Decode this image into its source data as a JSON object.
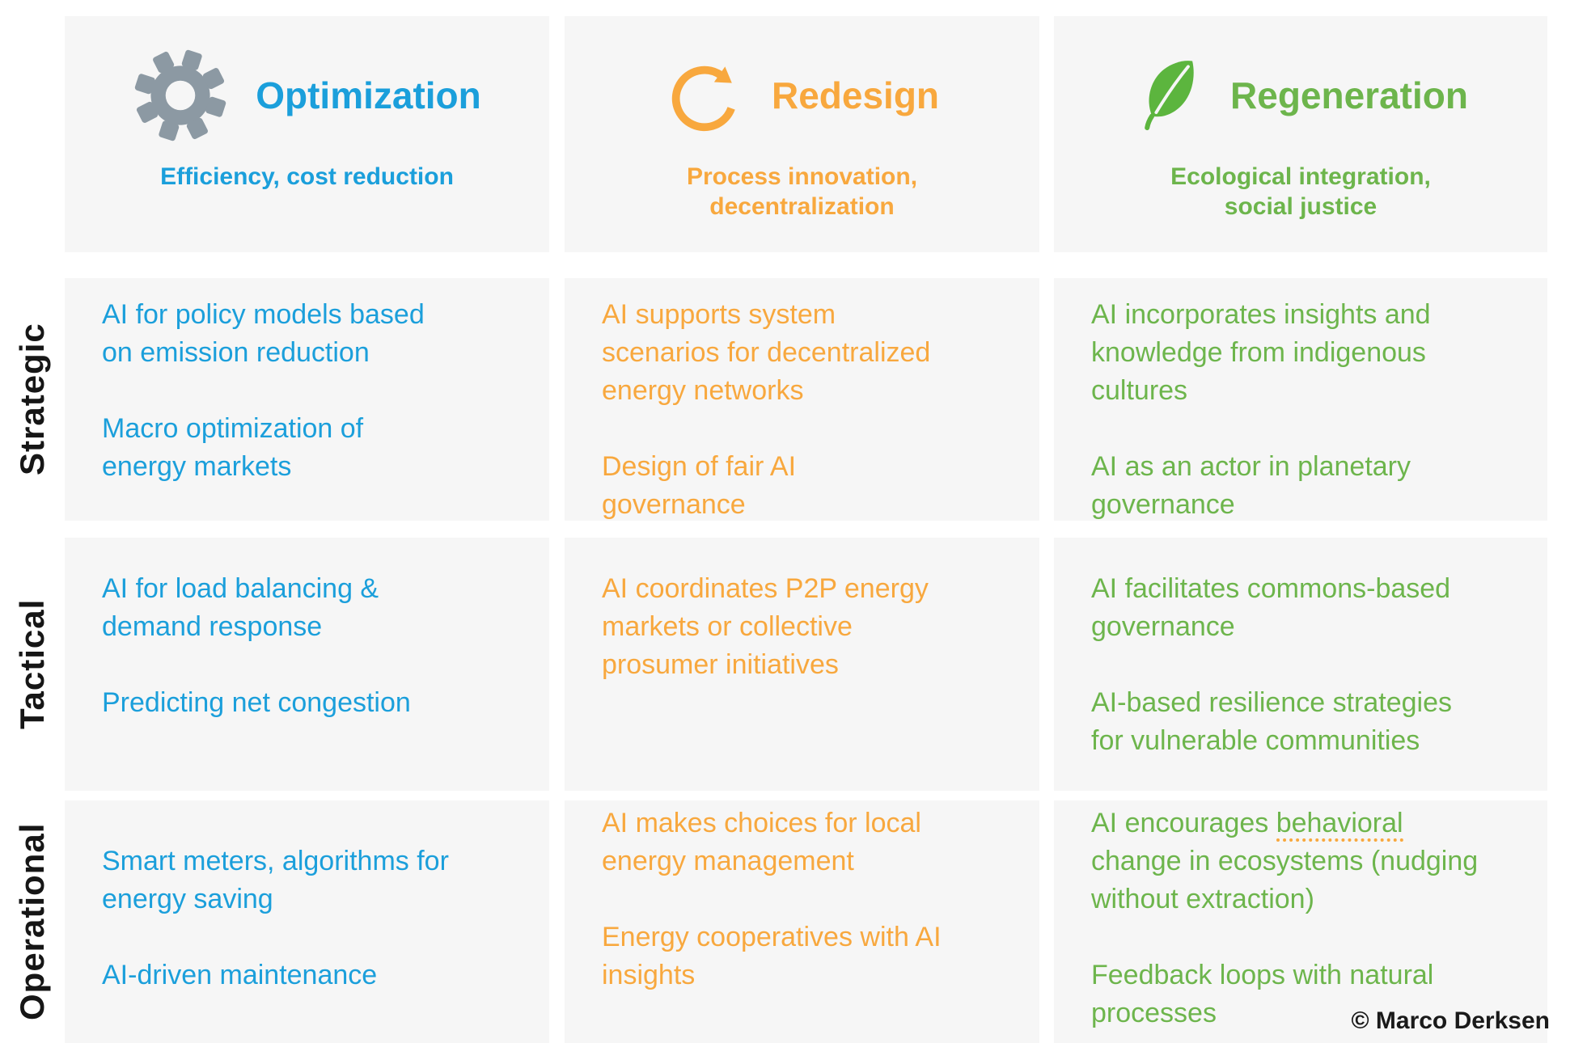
{
  "header": {
    "columns": [
      {
        "title": "Optimization",
        "subtitle_lines": [
          "Efficiency, cost reduction"
        ],
        "color": "#1b9fdb",
        "icon": "gear-icon"
      },
      {
        "title": "Redesign",
        "subtitle_lines": [
          "Process innovation,",
          "decentralization"
        ],
        "color": "#f8a83e",
        "icon": "cycle-arrow-icon"
      },
      {
        "title": "Regeneration",
        "subtitle_lines": [
          "Ecological integration,",
          "social justice"
        ],
        "color": "#6db54c",
        "icon": "leaf-icon"
      }
    ]
  },
  "row_labels": [
    "Strategic",
    "Tactical",
    "Operational"
  ],
  "cells": {
    "strategic_optimization": {
      "items": [
        "AI for policy models based on emission reduction",
        "Macro optimization of energy markets"
      ]
    },
    "strategic_redesign": {
      "items": [
        "AI supports system scenarios for decentralized energy networks",
        "Design of fair AI governance"
      ]
    },
    "strategic_regeneration": {
      "items": [
        "AI incorporates insights and knowledge from indigenous cultures",
        "AI as an actor in planetary governance"
      ]
    },
    "tactical_optimization": {
      "items": [
        "AI for load balancing & demand response",
        "Predicting net congestion"
      ]
    },
    "tactical_redesign": {
      "items": [
        "AI coordinates P2P energy markets or collective prosumer initiatives"
      ]
    },
    "tactical_regeneration": {
      "items": [
        "AI facilitates commons-based governance",
        "AI-based resilience strategies for vulnerable communities"
      ]
    },
    "operational_optimization": {
      "items": [
        "Smart meters, algorithms for energy saving",
        "AI-driven maintenance"
      ]
    },
    "operational_redesign": {
      "items": [
        "AI makes choices for local energy management",
        "Energy cooperatives with AI insights"
      ]
    },
    "operational_regeneration": {
      "item1": {
        "prefix": "AI encourages ",
        "underlined": "behavioral",
        "suffix": " change in ecosystems (nudging without extraction)"
      },
      "item2": "Feedback loops with natural processes"
    }
  },
  "footer": {
    "copyright": "© Marco Derksen"
  },
  "colors": {
    "optimization_blue": "#1b9fdb",
    "redesign_orange": "#f8a83e",
    "regeneration_green": "#6db54c",
    "leaf_green": "#5cb53e",
    "gear_gray": "#8c99a3",
    "cell_background": "#f6f6f6",
    "row_label_black": "#161616"
  }
}
